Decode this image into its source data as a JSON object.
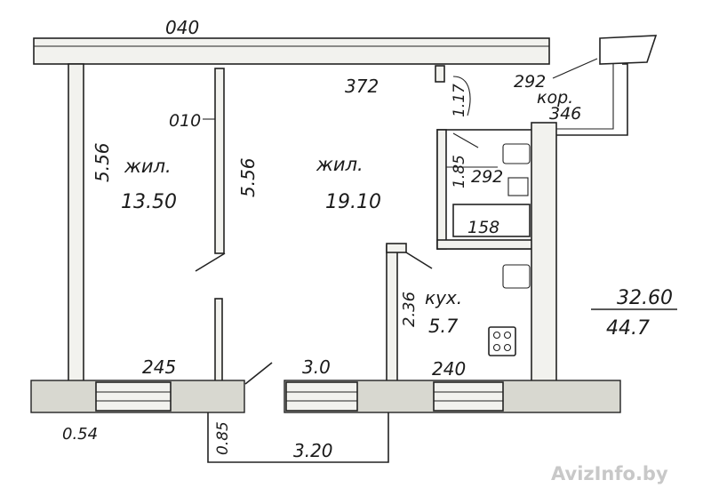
{
  "dimensions": {
    "top_wall": "040",
    "room_span": "372",
    "corridor_width": "292",
    "corridor_length": "346",
    "partition_thickness": "010",
    "left_room_height": "5.56",
    "partition_length": "5.56",
    "door_gap": "1.17",
    "bath_depth": "1.85",
    "bath_width": "292",
    "bath_bottom": "158",
    "kitchen_depth": "2.36",
    "window_left": "245",
    "window_mid": "3.0",
    "window_right": "240",
    "outer_wall": "0.54",
    "balcony_depth": "0.85",
    "balcony_width": "3.20"
  },
  "rooms": {
    "room1_label": "жил.",
    "room1_area": "13.50",
    "room2_label": "жил.",
    "room2_area": "19.10",
    "corridor_label": "кор.",
    "kitchen_label": "кух.",
    "kitchen_area": "5.7"
  },
  "totals": {
    "living_area": "32.60",
    "total_area": "44.7"
  },
  "watermark": "AvizInfo.by"
}
